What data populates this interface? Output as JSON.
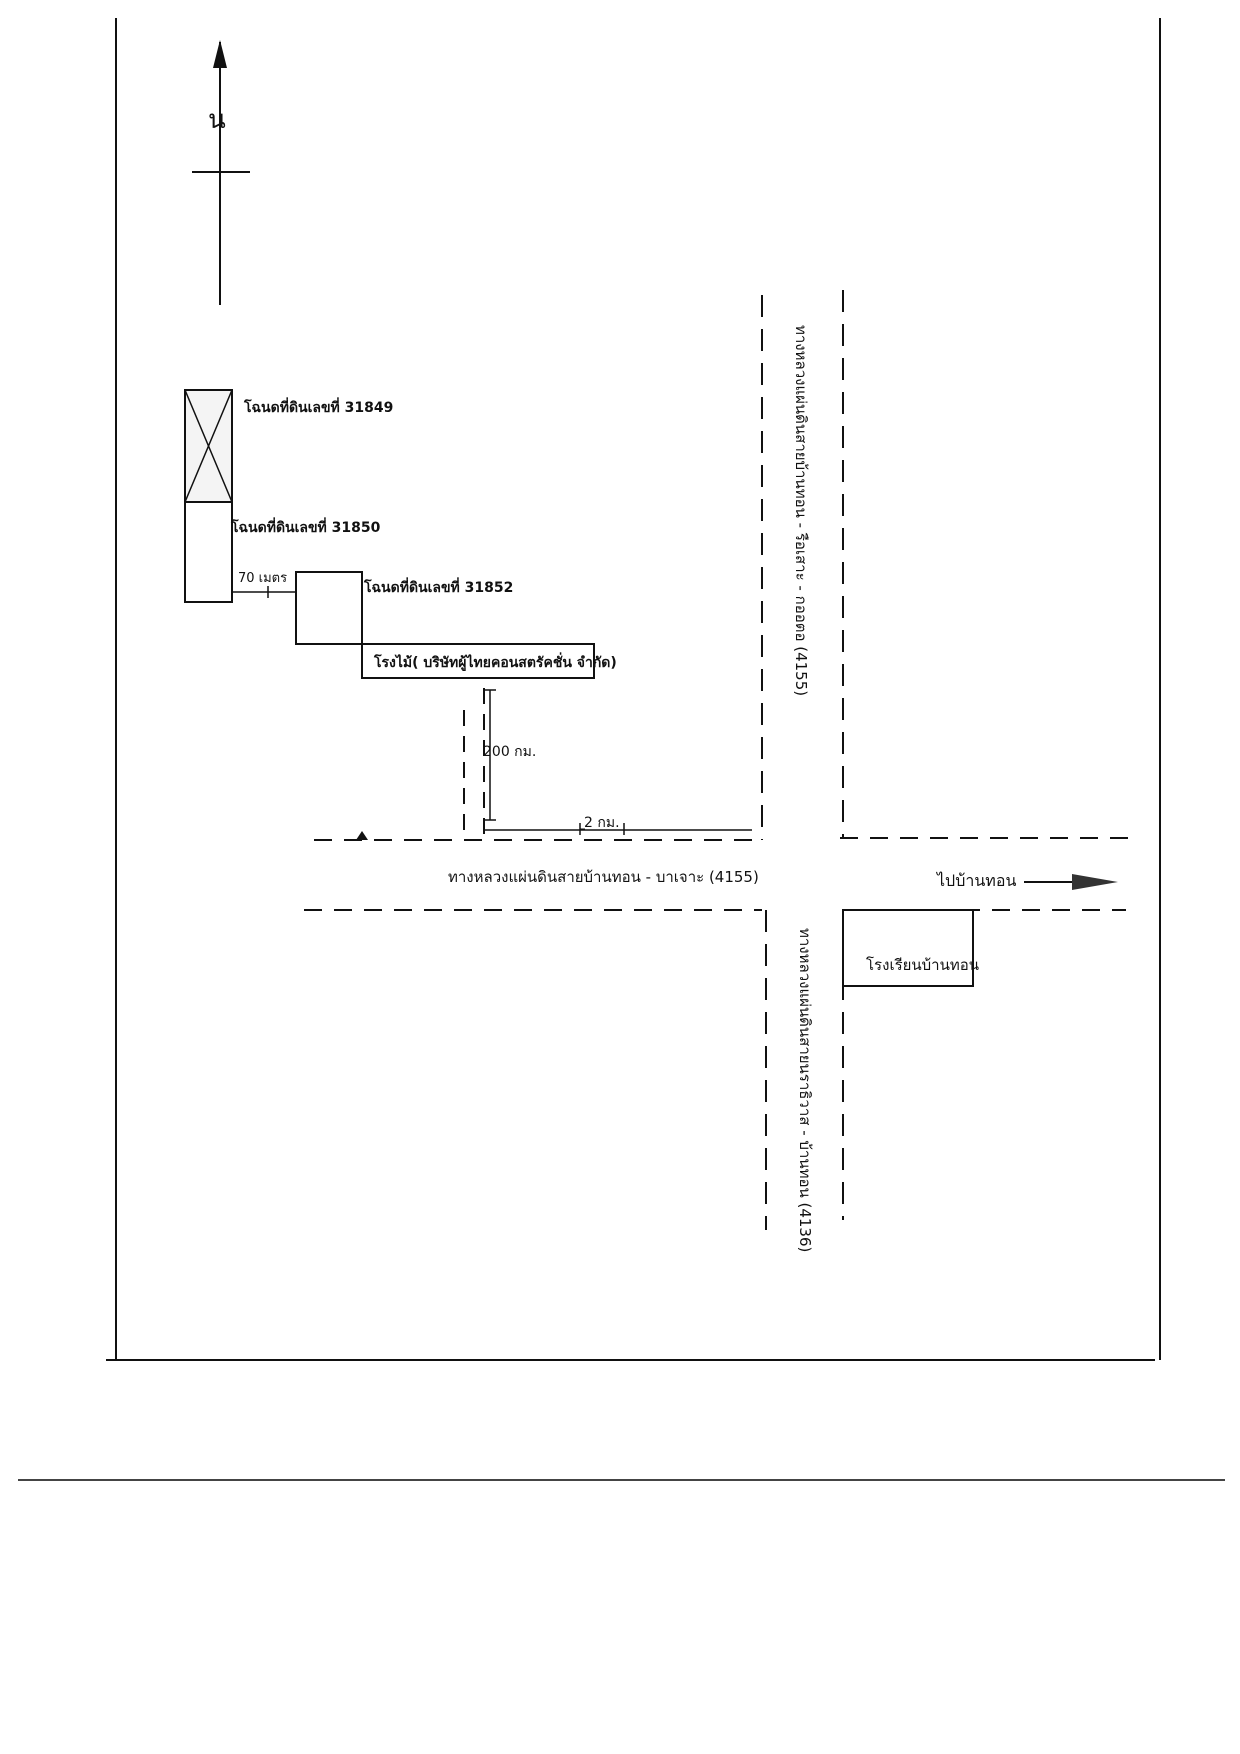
{
  "north_label": "น",
  "parcels": {
    "p31849": "โฉนดที่ดินเลขที่ 31849",
    "p31850": "โฉนดที่ดินเลขที่ 31850",
    "p31852": "โฉนดที่ดินเลขที่ 31852"
  },
  "distances": {
    "d70m": "70 เมตร",
    "d200": "200 กม.",
    "d2km": "2 กม."
  },
  "sawmill": "โรงไม้( บริษัทผู้ไทยคอนสตรัคชั่น จำกัด)",
  "school": "โรงเรียนบ้านทอน",
  "roads": {
    "main_ew": "ทางหลวงแผ่นดินสายบ้านทอน - บาเจาะ (4155)",
    "north_ns": "ทางหลวงแผ่นดินสายบ้านทอน - รือเสาะ - กออตอ (4155)",
    "south_ns": "ทางหลวงแผ่นดินสายนราธิวาส - บ้านทอน (4136)"
  },
  "to_ban_thon": "ไปบ้านทอน",
  "colors": {
    "ink": "#111111",
    "paper": "#ffffff"
  }
}
